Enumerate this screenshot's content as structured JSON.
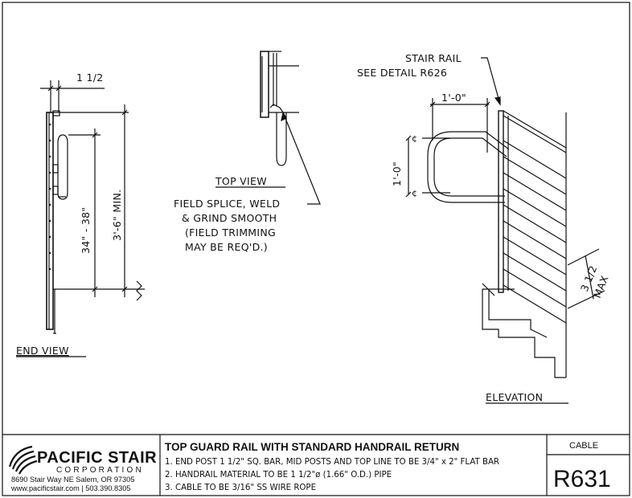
{
  "views": {
    "end_view": {
      "label": "END VIEW",
      "dim_top": "1 1/2",
      "dim_handrail": "34\" - 38\"",
      "dim_guard": "3'-6\" MIN."
    },
    "top_view": {
      "label": "TOP VIEW"
    },
    "splice_note": [
      "FIELD SPLICE, WELD",
      "& GRIND SMOOTH",
      "(FIELD TRIMMING",
      "MAY BE REQ'D.)"
    ],
    "elevation": {
      "label": "ELEVATION",
      "stair_rail_note": [
        "STAIR RAIL",
        "SEE DETAIL R626"
      ],
      "dim_horizontal": "1'-0\"",
      "dim_vertical": "1'-0\"",
      "dim_spacing": [
        "3 1/2",
        "MAX"
      ]
    }
  },
  "title_block": {
    "company": {
      "name": "PACIFIC STAIR",
      "sub": "CORPORATION",
      "address": "8690 Stair Way NE Salem, OR 97305",
      "contact": "www.pacificstair.com  |  503.390.8305"
    },
    "title": "TOP GUARD RAIL WITH STANDARD HANDRAIL RETURN",
    "notes": [
      "1.  END POST 1 1/2\" SQ. BAR, MID POSTS AND TOP LINE TO BE 3/4\" x 2\" FLAT BAR",
      "2. HANDRAIL MATERIAL TO BE 1 1/2\"ø (1.66\" O.D.) PIPE",
      "3. CABLE TO BE 3/16\" SS WIRE ROPE"
    ],
    "category": "CABLE",
    "detail_number": "R631"
  },
  "colors": {
    "line": "#111111",
    "background": "#ffffff"
  }
}
